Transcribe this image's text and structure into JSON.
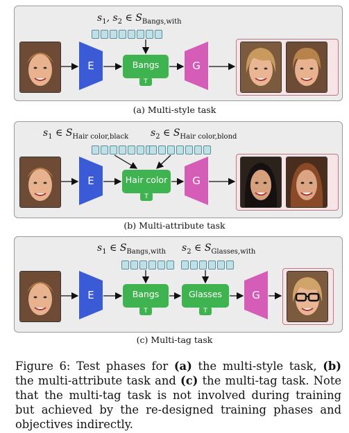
{
  "panels": {
    "a": {
      "math": {
        "vars": "s",
        "sub1": "1",
        "sub2": "2",
        "set": "S",
        "set_sub": "Bangs,with"
      },
      "encoder": "E",
      "module": {
        "label": "Bangs",
        "tag": "T"
      },
      "generator": "G",
      "caption": "(a) Multi-style task"
    },
    "b": {
      "math1": {
        "var": "s",
        "sub": "1",
        "set": "S",
        "set_sub": "Hair color,black"
      },
      "math2": {
        "var": "s",
        "sub": "2",
        "set": "S",
        "set_sub": "Hair color,blond"
      },
      "encoder": "E",
      "module": {
        "label": "Hair color",
        "tag": "T"
      },
      "generator": "G",
      "caption": "(b) Multi-attribute task"
    },
    "c": {
      "math1": {
        "var": "s",
        "sub": "1",
        "set": "S",
        "set_sub": "Bangs,with"
      },
      "math2": {
        "var": "s",
        "sub": "2",
        "set": "S",
        "set_sub": "Glasses,with"
      },
      "encoder": "E",
      "module1": {
        "label": "Bangs",
        "tag": "T"
      },
      "module2": {
        "label": "Glasses",
        "tag": "T"
      },
      "generator": "G",
      "caption": "(c) Multi-tag task"
    }
  },
  "figure": {
    "label": "Figure 6:",
    "text_parts": [
      " Test phases for ",
      "(a)",
      " the multi-style task, ",
      "(b)",
      " the multi-attribute task and ",
      "(c)",
      " the multi-tag task. Note that the multi-tag task is not involved during training but achieved by the re-designed training phases and objectives indirectly."
    ]
  },
  "colors": {
    "encoder": "#3b5bd6",
    "generator": "#d65db7",
    "module": "#3fb34f",
    "code": "#bfe0e6"
  }
}
